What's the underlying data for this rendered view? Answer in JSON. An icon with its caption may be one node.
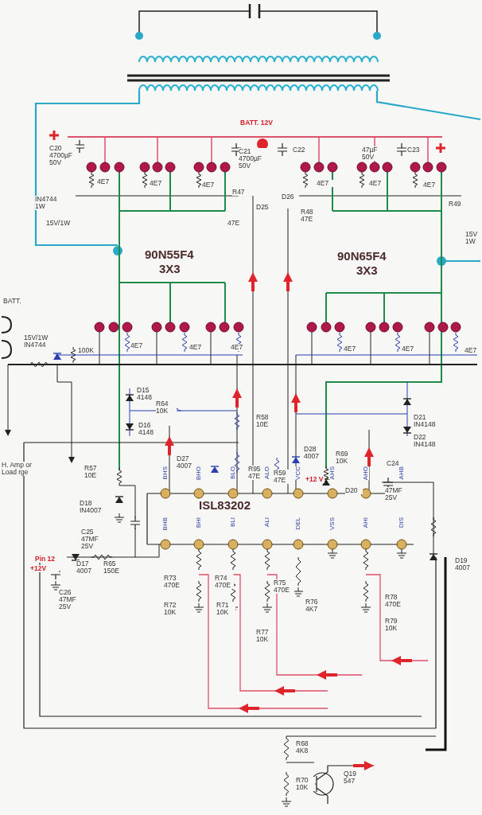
{
  "diagram": {
    "labels": [
      "BATT. 12V",
      "C20 4700µF 50V",
      "C21 4700µF 50V",
      "C22",
      "47µF 50V",
      "C23",
      "4E7",
      "4E7",
      "4E7",
      "4E7",
      "4E7",
      "4E7",
      "R47",
      "47E",
      "D25",
      "D26",
      "R48 47E",
      "IN4744 1W",
      "15V/1W",
      "R49",
      "15V 1W",
      "90N55F4",
      "3X3",
      "90N65F4",
      "3X3",
      "BATT.",
      "15V/1W IN4744",
      "100K",
      "4E7",
      "4E7",
      "4E7",
      "4E7",
      "4E7",
      "4E7",
      "D15 4148",
      "R64 10K",
      "D16 4148",
      "H. Amp or Load rge",
      "R57 10E",
      "D18 IN4007",
      "C25 47MF 25V",
      "R58 10E",
      "D27 4007",
      "R95 47E",
      "R59 47E",
      "D28 4007",
      "+12 V",
      "R69 10K",
      "C24",
      "D20",
      "47MF 25V",
      "D21 IN4148",
      "D22 IN4148",
      "D19 4007",
      "ISL83202",
      "BHS",
      "BHO",
      "BLO",
      "ALO",
      "VCC",
      "AHS",
      "AHO",
      "AHB",
      "BHB",
      "BHI",
      "BLI",
      "ALI",
      "DEL",
      "VSS",
      "AHI",
      "DIS",
      "Pin 12",
      "+12V",
      "D17 4007",
      "R65 150E",
      "C26 47MF 25V",
      "R73 470E",
      "R72 10K",
      "R74 470E",
      "R71 10K",
      "R75 470E",
      "R77 10K",
      "R76 4K7",
      "R78 470E",
      "R79 10K",
      "R68 4K8",
      "R70 10K",
      "Q19 547"
    ]
  }
}
